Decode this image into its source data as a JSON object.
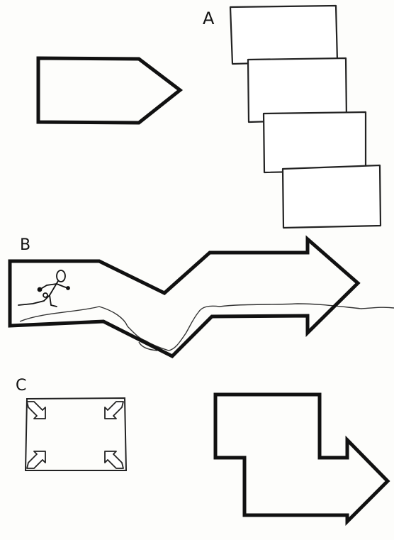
{
  "labels": {
    "a": "A",
    "b": "B",
    "c": "C"
  },
  "colors": {
    "ink": "#111111",
    "paper": "#fdfdfb"
  }
}
